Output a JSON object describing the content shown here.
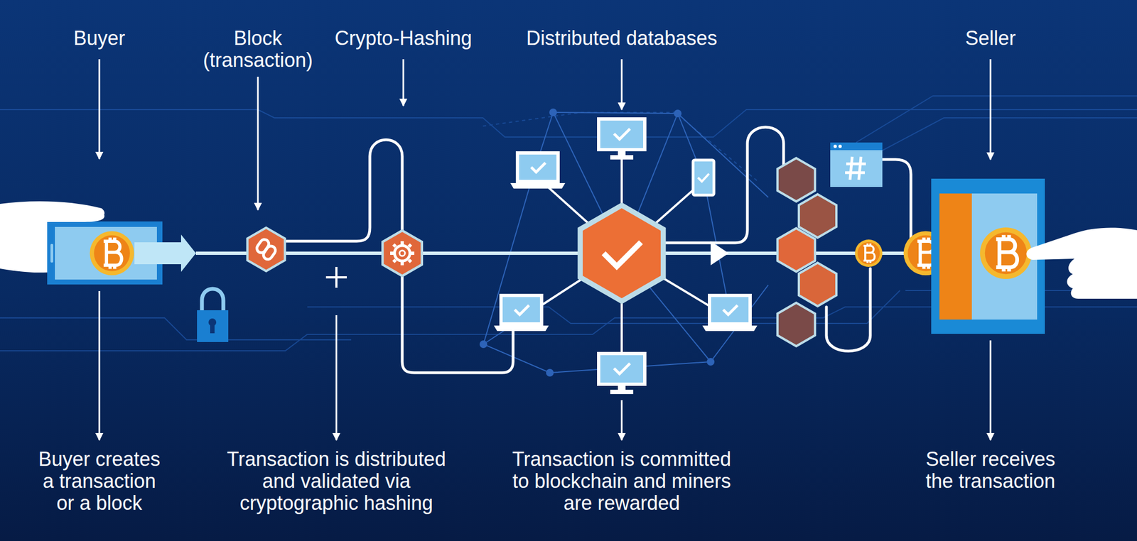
{
  "diagram": {
    "labels": [
      "Buyer",
      "Block (transaction)",
      "Crypto-Hashing",
      "Distributed databases",
      "Seller",
      "Buyer creates a transaction or a block",
      "Transaction is distributed and validated via cryptographic hashing",
      "Transaction is committed to blockchain and miners are rewarded",
      "Seller receives the transaction"
    ]
  }
}
